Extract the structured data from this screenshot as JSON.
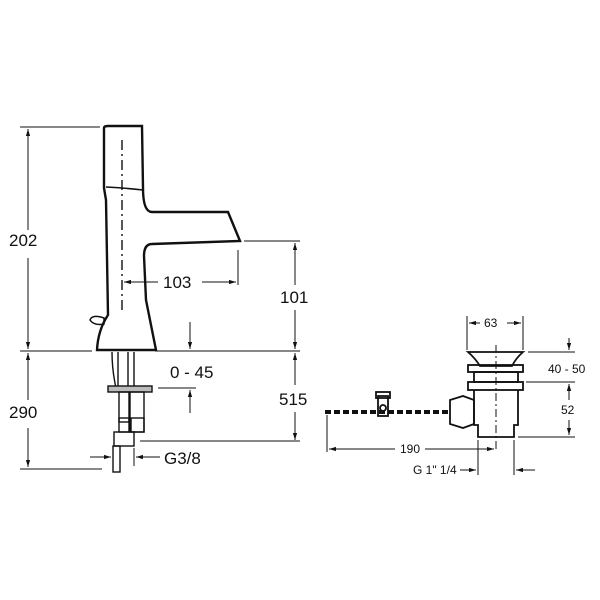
{
  "faucet": {
    "height_total": "202",
    "height_below_deck": "290",
    "spout_reach": "103",
    "spout_height": "101",
    "deck_thickness": "0 - 45",
    "connection_length": "515",
    "thread": "G3/8"
  },
  "drain": {
    "cap_diameter": "63",
    "cap_adjust": "40 - 50",
    "body_height": "52",
    "rod_length": "190",
    "thread": "G 1\" 1/4"
  },
  "colors": {
    "line": "#111111",
    "background": "#ffffff"
  }
}
